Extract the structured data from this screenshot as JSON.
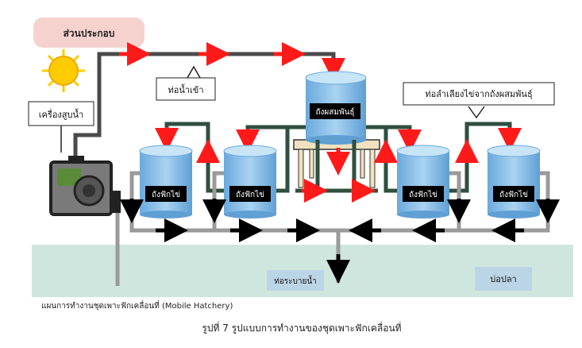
{
  "title_badge": "ส่วนประกอบ",
  "labels": {
    "pump": "เครื่องสูบน้ำ",
    "inlet_pipe": "ท่อน้ำเข้า",
    "mixing_tank": "ถังผสมพันธุ์",
    "egg_transfer_pipe": "ท่อลำเลียงไข่จากถังผสมพันธุ์",
    "hatching_tank": "ถังฟักไข่",
    "drain_pipe": "ท่อระบายน้ำ",
    "fish_pond": "บ่อปลา",
    "plan_caption": "แผนการทำงานชุดเพาะฟักเคลื่อนที่ (Mobile Hatchery)",
    "figure_caption": "รูปที่ 7 รูปแบบการทำงานของชุดเพาะฟักเคลื่อนที่"
  },
  "colors": {
    "pipe_dark": "#4a4a4a",
    "pipe_green": "#2f4f3f",
    "flow_red": "#ff1a1a",
    "flow_black": "#000000",
    "tank_blue": "#7fb8e6",
    "ground": "#cfe6df",
    "badge_pink": "#f6d2cf",
    "sun": "#ffcc00"
  }
}
